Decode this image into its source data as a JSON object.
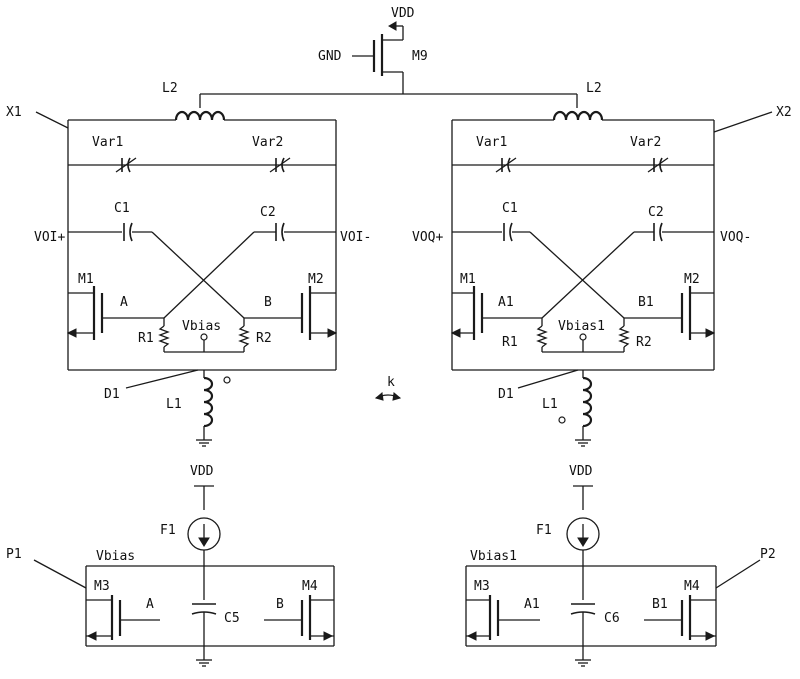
{
  "labels": {
    "vdd": "VDD",
    "gnd": "GND",
    "m9": "M9",
    "l2": "L2",
    "x1": "X1",
    "x2": "X2",
    "var1": "Var1",
    "var2": "Var2",
    "c1": "C1",
    "c2": "C2",
    "voi_p": "VOI+",
    "voi_n": "VOI-",
    "voq_p": "VOQ+",
    "voq_n": "VOQ-",
    "m1": "M1",
    "m2": "M2",
    "a": "A",
    "b": "B",
    "a1": "A1",
    "b1": "B1",
    "r1": "R1",
    "r2": "R2",
    "vbias": "Vbias",
    "vbias1": "Vbias1",
    "d1": "D1",
    "l1": "L1",
    "k": "k",
    "f1": "F1",
    "p1": "P1",
    "p2": "P2",
    "m3": "M3",
    "m4": "M4",
    "c5": "C5",
    "c6": "C6"
  }
}
